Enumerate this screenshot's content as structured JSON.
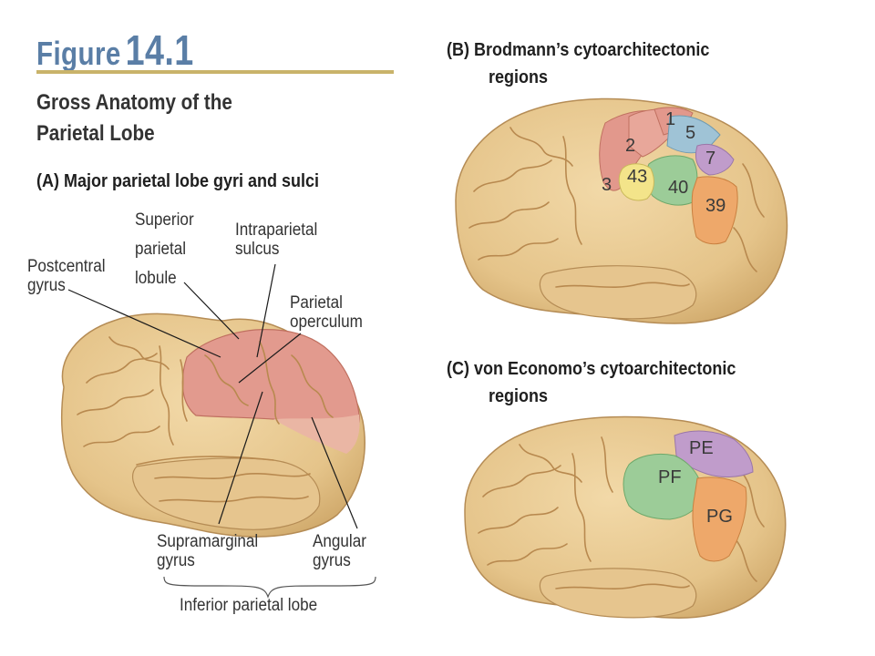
{
  "figure": {
    "word": "Figure",
    "number": "14.1",
    "title_line1": "Gross Anatomy of the",
    "title_line2": "Parietal Lobe"
  },
  "panel_a": {
    "label": "(A)  Major parietal lobe gyri and sulci",
    "labels": {
      "superior_1": "Superior",
      "superior_2": "parietal",
      "superior_3": "lobule",
      "intra_1": "Intraparietal",
      "intra_2": "sulcus",
      "post_1": "Postcentral",
      "post_2": "gyrus",
      "operc_1": "Parietal",
      "operc_2": "operculum",
      "supra_1": "Supramarginal",
      "supra_2": "gyrus",
      "angular_1": "Angular",
      "angular_2": "gyrus",
      "inferior": "Inferior parietal lobe"
    }
  },
  "panel_b": {
    "label_line1": "(B)  Brodmann’s cytoarchitectonic",
    "label_line2": "regions",
    "regions": [
      "1",
      "2",
      "3",
      "5",
      "7",
      "43",
      "40",
      "39"
    ]
  },
  "panel_c": {
    "label_line1": "(C)  von Economo’s cytoarchitectonic",
    "label_line2": "regions",
    "regions": [
      "PE",
      "PF",
      "PG"
    ]
  },
  "colors": {
    "title_blue": "#5a7ea6",
    "rule_gold": "#c9b36a",
    "brain_tan": "#e8cb95",
    "parietal_red": "#e29a8e",
    "region_red": "#e2988c",
    "region_blue": "#9fc3d6",
    "region_purple": "#c09ccb",
    "region_green": "#9ccc98",
    "region_yellow": "#f3e48a",
    "region_orange": "#eea86a"
  }
}
